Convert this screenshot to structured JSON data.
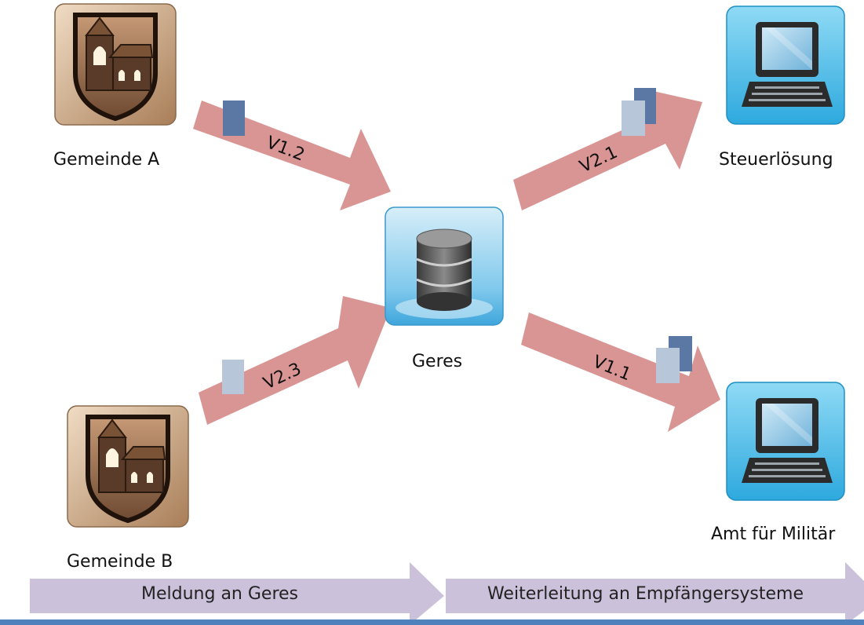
{
  "nodes": {
    "gemeinde_a": {
      "label": "Gemeinde A",
      "icon": "municipality-shield-icon"
    },
    "gemeinde_b": {
      "label": "Gemeinde B",
      "icon": "municipality-shield-icon"
    },
    "geres": {
      "label": "Geres",
      "icon": "database-icon"
    },
    "steuerloesung": {
      "label": "Steuerlösung",
      "icon": "computer-terminal-icon"
    },
    "amt_militaer": {
      "label": "Amt für Militär",
      "icon": "computer-terminal-icon"
    }
  },
  "flows": [
    {
      "from": "Gemeinde A",
      "to": "Geres",
      "version": "V1.2"
    },
    {
      "from": "Gemeinde B",
      "to": "Geres",
      "version": "V2.3"
    },
    {
      "from": "Geres",
      "to": "Steuerlösung",
      "version": "V2.1"
    },
    {
      "from": "Geres",
      "to": "Amt für Militär",
      "version": "V1.1"
    }
  ],
  "phases": [
    {
      "label": "Meldung an Geres"
    },
    {
      "label": "Weiterleitung an Empfängersysteme"
    }
  ],
  "colors": {
    "flow_arrow": "#d99594",
    "phase_arrow": "#ccc1da",
    "doc_dark": "#5b77a3",
    "doc_light": "#b8c6d9",
    "bottom_line": "#4f81bd",
    "shield_tile": "#c9a27a",
    "computer_tile": "#41b6e6"
  }
}
